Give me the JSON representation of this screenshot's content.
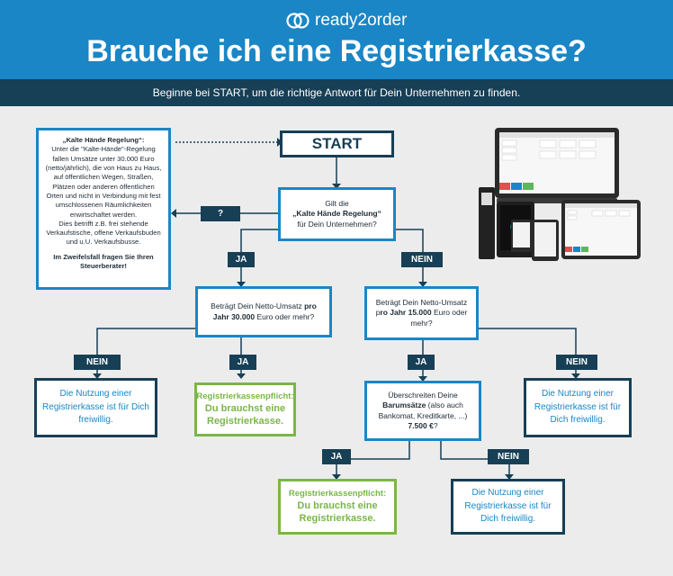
{
  "header": {
    "logo_text": "ready2order",
    "title": "Brauche ich eine Registrierkasse?",
    "subtitle": "Beginne bei START, um die richtige Antwort für Dein Unternehmen zu finden."
  },
  "info": {
    "heading": "„Kalte Hände Regelung“:",
    "body": "Unter die \"Kalte-Hände\"-Regelung fallen Umsätze unter 30.000 Euro (netto/jährlich), die von Haus zu Haus, auf öffentlichen Wegen, Straßen, Plätzen oder anderen öffentlichen Orten und nicht in Verbindung mit fest umschlossenen Räumlichkeiten erwirtschaftet werden.",
    "example": "Dies betrifft z.B. frei stehende Verkaufstische, offene Verkaufsbuden und u.U. Verkaufsbusse.",
    "advice": "Im Zweifelsfall fragen Sie Ihren Steuerberater!"
  },
  "flow": {
    "start": "START",
    "q1_pre": "Gilt die",
    "q1_bold": "„Kalte Hände Regelung“",
    "q1_post": "für Dein Unternehmen?",
    "question_tag": "?",
    "ja": "JA",
    "nein": "NEIN",
    "q2_a": "Beträgt Dein Netto-Umsatz ",
    "q2_b": "pro Jahr 30.000",
    "q2_c": " Euro oder mehr?",
    "q3_a": "Beträgt Dein Netto-Umsatz p",
    "q3_b": "ro Jahr 15.000",
    "q3_c": " Euro oder mehr?",
    "q4_a": "Überschreiten Deine",
    "q4_b": "Barumsätze",
    "q4_c": " (also auch Bankomat, Kreditkarte, ...) ",
    "q4_d": "7.500 €",
    "q4_e": "?",
    "voluntary": "Die Nutzung einer Registrierkasse ist für Dich freiwillig.",
    "required_title": "Registrierkassenpflicht:",
    "required_body": "Du brauchst eine Registrierkasse."
  }
}
